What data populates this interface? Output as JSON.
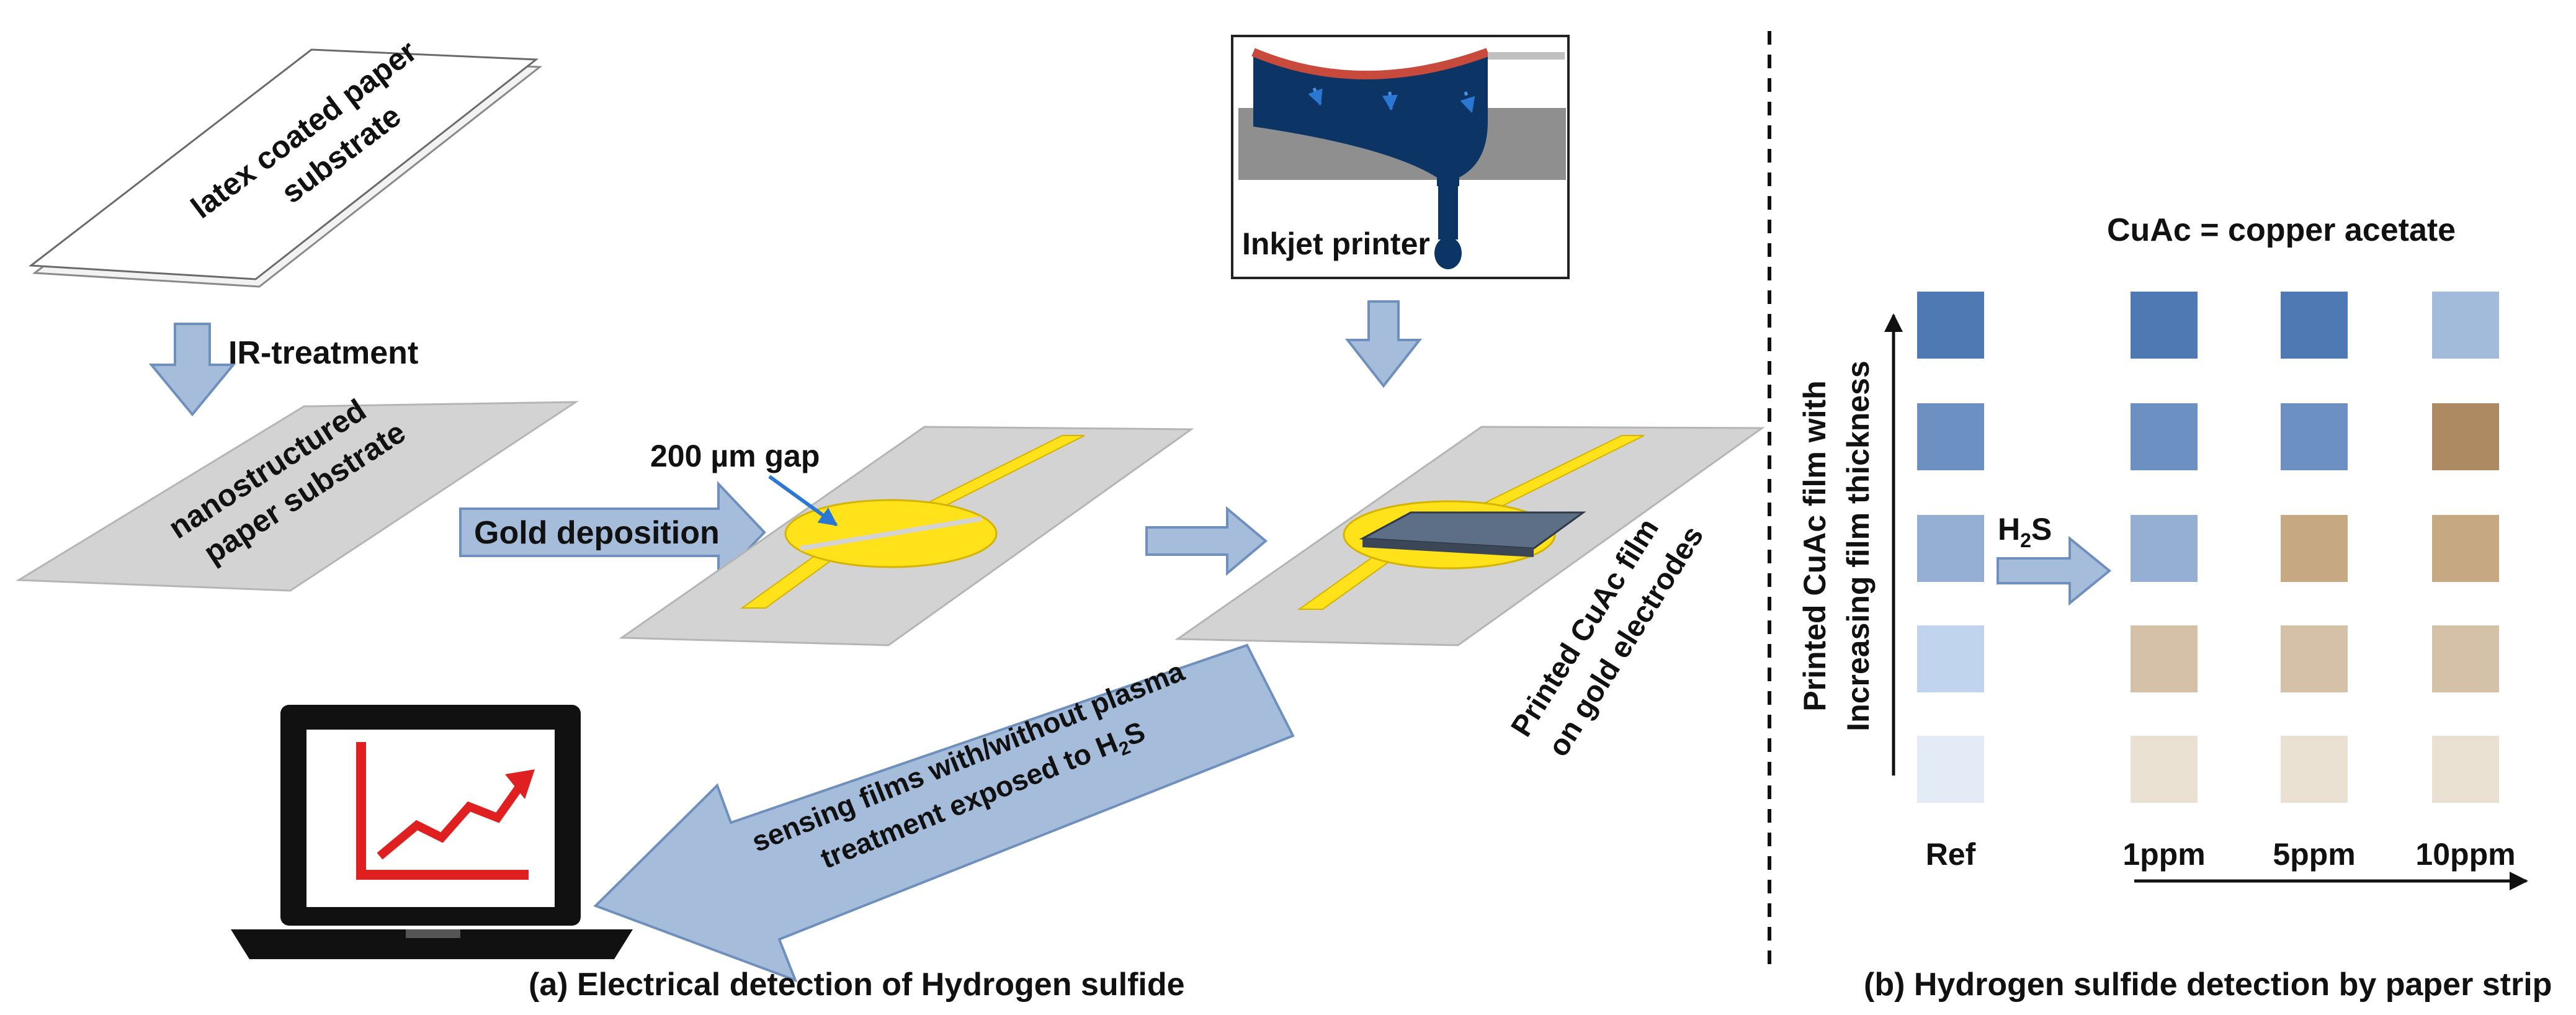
{
  "colors": {
    "arrow_fill": "#a6bcdb",
    "arrow_stroke": "#6f8fbd",
    "substrate": "#d3d3d3",
    "gold": "#ffe21a",
    "film": "#5c6f86",
    "ink": "#0c3566",
    "screen_graph": "#e02020"
  },
  "panel_a": {
    "substrate_label": "latex coated paper substrate",
    "substrate_label_line1": "latex coated paper",
    "substrate_label_line2": "substrate",
    "ir_treatment": "IR-treatment",
    "nano_label_line1": "nanostructured",
    "nano_label_line2": "paper substrate",
    "gold_deposition": "Gold deposition",
    "gap_label": "200 µm gap",
    "inkjet_label": "Inkjet printer",
    "printed_line1": "Printed CuAc film",
    "printed_line2": "on gold electrodes",
    "sensing_line1": "sensing films with/without plasma",
    "sensing_line2": "treatment exposed to H",
    "sensing_sub": "2",
    "sensing_end": "S",
    "caption": "(a) Electrical detection of Hydrogen sulfide",
    "icons": [
      "laptop-icon",
      "rising-graph-icon",
      "inkjet-nozzle-icon"
    ]
  },
  "panel_b": {
    "legend": "CuAc = copper acetate",
    "yaxis_line1": "Printed CuAc film with",
    "yaxis_line2": "Increasing film thickness",
    "h2s_main": "H",
    "h2s_sub": "2",
    "h2s_end": "S",
    "columns": [
      "Ref",
      "1ppm",
      "5ppm",
      "10ppm"
    ],
    "swatches": {
      "Ref": [
        "#4f79b3",
        "#6d90c2",
        "#94afd2",
        "#c1d4ee",
        "#e3ebf6"
      ],
      "1ppm": [
        "#4f79b3",
        "#6d90c2",
        "#94afd2",
        "#d5c1a8",
        "#ebe1d3"
      ],
      "5ppm": [
        "#4f79b3",
        "#6d90c2",
        "#c6a883",
        "#d5c1a8",
        "#ebe1d3"
      ],
      "10ppm": [
        "#a3bbdb",
        "#ae8a62",
        "#c6a883",
        "#d5c1a8",
        "#ebe1d3"
      ]
    },
    "caption": "(b) Hydrogen sulfide detection by paper strip"
  }
}
